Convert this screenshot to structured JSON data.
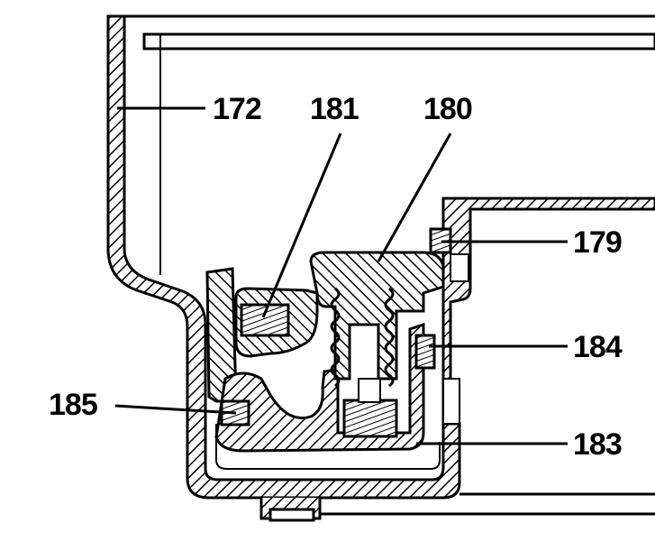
{
  "diagram": {
    "colors": {
      "ink": "#000000",
      "paper": "#ffffff"
    },
    "labels": {
      "l172": "172",
      "l181": "181",
      "l180": "180",
      "l179": "179",
      "l184": "184",
      "l185": "185",
      "l183": "183"
    }
  }
}
